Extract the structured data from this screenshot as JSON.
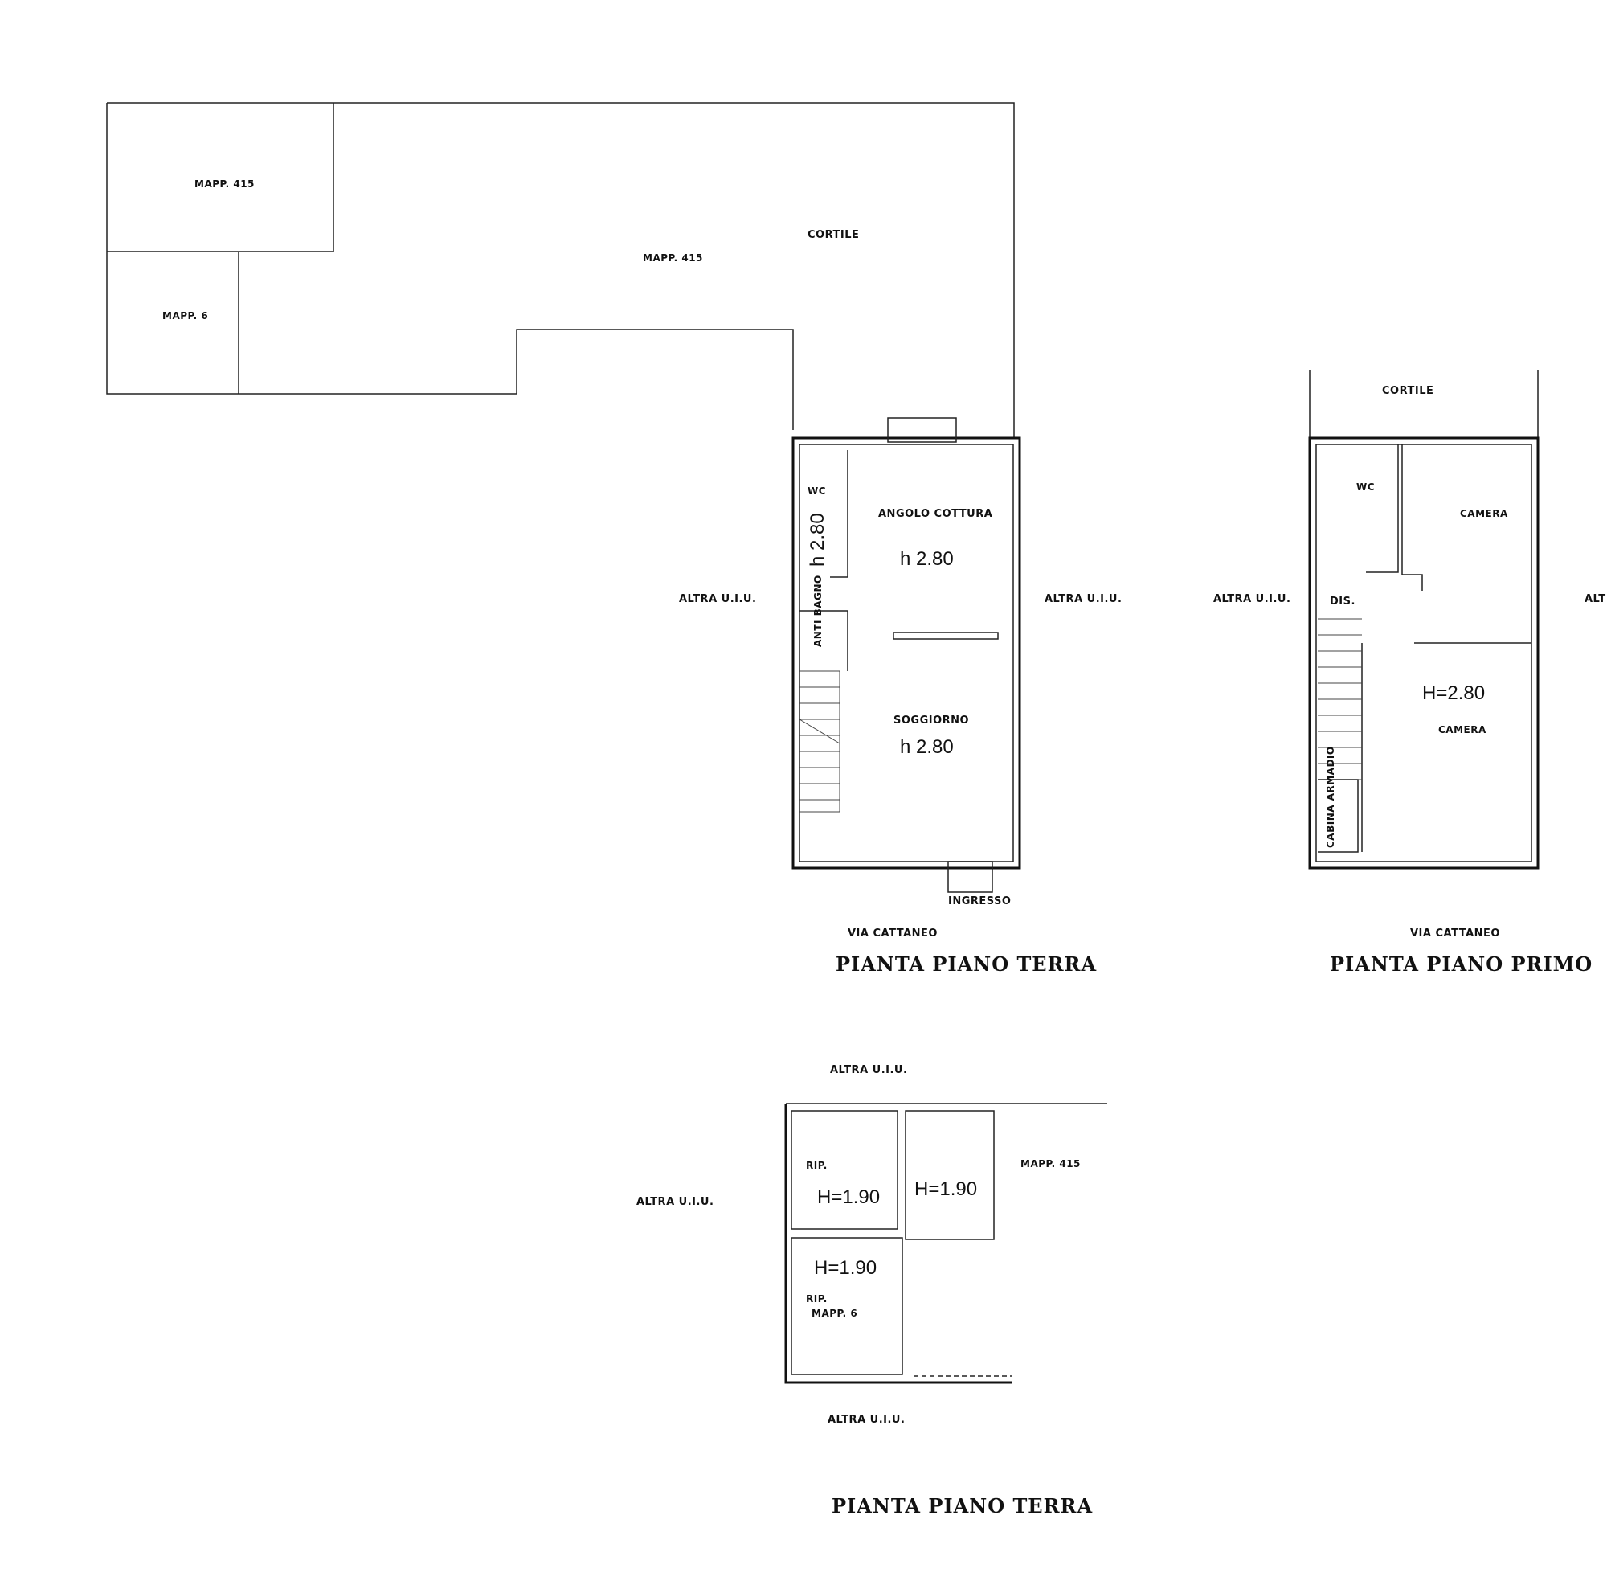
{
  "site": {
    "mapp415_a": "MAPP. 415",
    "mapp415_b": "MAPP. 415",
    "mapp6": "MAPP. 6",
    "cortile": "CORTILE"
  },
  "ground_floor": {
    "wc": "WC",
    "wc_h": "h 2.80",
    "antibagno": "ANTI BAGNO",
    "angolo_cottura": "ANGOLO COTTURA",
    "angolo_h": "h 2.80",
    "soggiorno": "SOGGIORNO",
    "soggiorno_h": "h 2.80",
    "ingresso": "INGRESSO",
    "altra_left": "ALTRA U.I.U.",
    "altra_right": "ALTRA U.I.U.",
    "street": "VIA CATTANEO",
    "title": "PIANTA PIANO TERRA"
  },
  "first_floor": {
    "cortile": "CORTILE",
    "wc": "WC",
    "camera_top": "CAMERA",
    "dis": "DIS.",
    "h": "H=2.80",
    "camera_bottom": "CAMERA",
    "cabina": "CABINA ARMADIO",
    "altra_left": "ALTRA U.I.U.",
    "altra_right": "ALT",
    "street": "VIA CATTANEO",
    "title": "PIANTA PIANO PRIMO"
  },
  "storage": {
    "altra_top": "ALTRA U.I.U.",
    "altra_left": "ALTRA U.I.U.",
    "altra_bottom": "ALTRA U.I.U.",
    "mapp415": "MAPP. 415",
    "rip1": "RIP.",
    "rip1_h": "H=1.90",
    "rip2_h": "H=1.90",
    "rip3_h": "H=1.90",
    "rip3": "RIP.",
    "rip3_mapp": "MAPP. 6",
    "title": "PIANTA PIANO TERRA"
  }
}
